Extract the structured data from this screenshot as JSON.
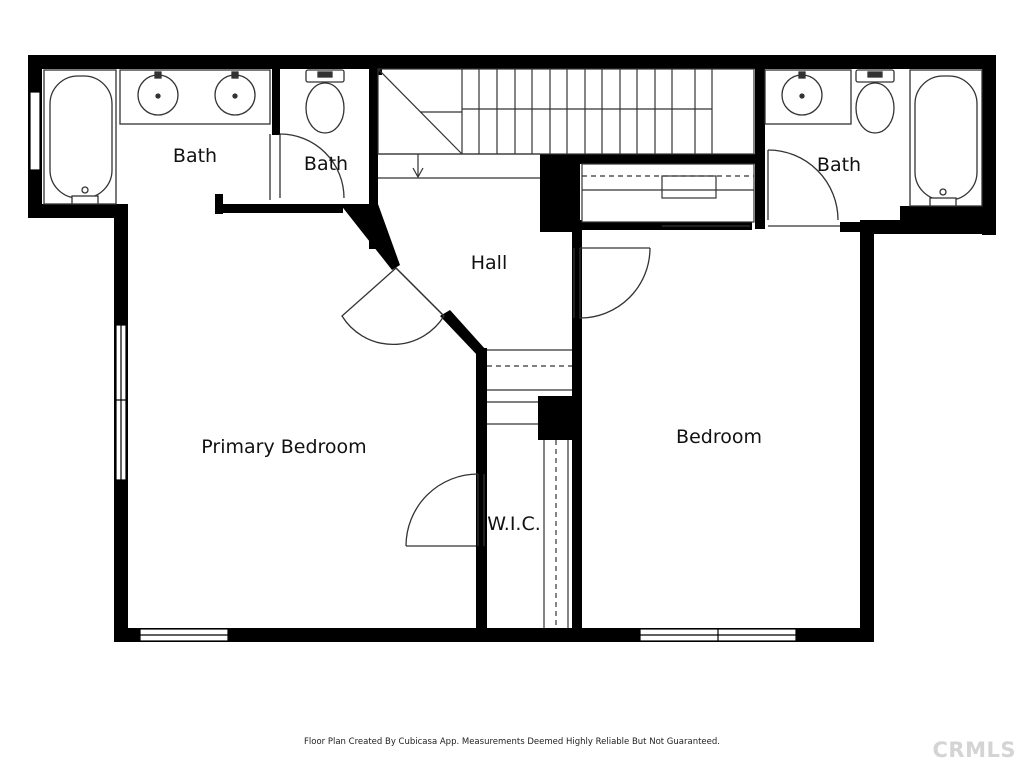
{
  "rooms": {
    "bath_left": "Bath",
    "bath_toilet": "Bath",
    "bath_right": "Bath",
    "hall": "Hall",
    "primary_bedroom": "Primary Bedroom",
    "bedroom": "Bedroom",
    "wic": "W.I.C."
  },
  "footer": {
    "note": "Floor Plan Created By Cubicasa App. Measurements Deemed Highly Reliable But Not Guaranteed."
  },
  "watermark": "CRMLS",
  "colors": {
    "wall": "#000000",
    "fixture_line": "#333333",
    "background": "#ffffff"
  }
}
